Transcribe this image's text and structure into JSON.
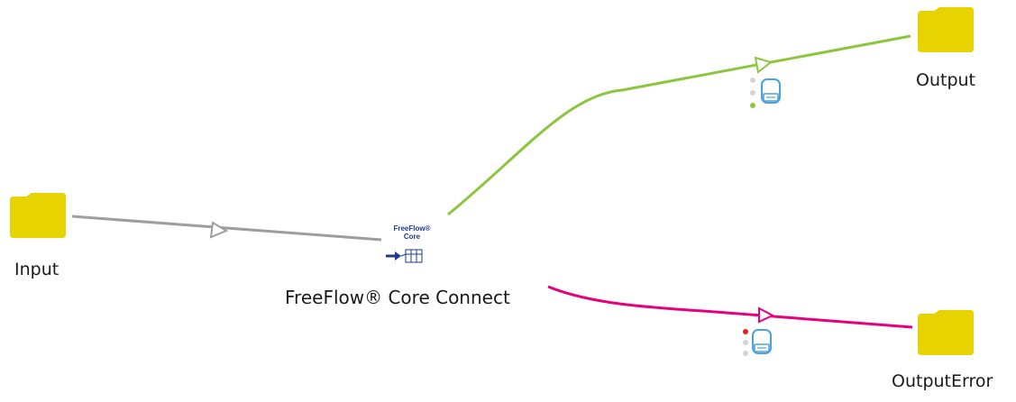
{
  "nodes": {
    "input": {
      "label": "Input",
      "icon": "folder-icon"
    },
    "output": {
      "label": "Output",
      "icon": "folder-icon"
    },
    "output_error": {
      "label": "OutputError",
      "icon": "folder-icon"
    },
    "service": {
      "label": "FreeFlow® Core Connect",
      "badge_line1": "FreeFlow®",
      "badge_line2": "Core",
      "icon": "freeflow-core-connect-icon"
    }
  },
  "connections": [
    {
      "from": "input",
      "to": "service",
      "color": "#9e9e9e",
      "type": "default"
    },
    {
      "from": "service",
      "to": "output",
      "color": "#8cc63f",
      "type": "success"
    },
    {
      "from": "service",
      "to": "output_error",
      "color": "#e6007e",
      "type": "error"
    }
  ],
  "colors": {
    "folder": "#e6d300",
    "success": "#8cc63f",
    "error": "#e6007e",
    "default": "#9e9e9e",
    "route_icon": "#4aa3df",
    "status_dot_inactive": "#d4d4d4",
    "status_dot_error": "#e32119"
  }
}
